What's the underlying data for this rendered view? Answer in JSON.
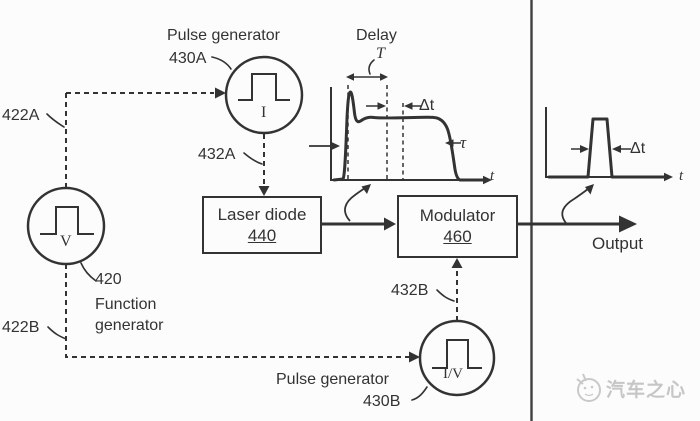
{
  "blocks": {
    "pulse_generator_a": {
      "title": "Pulse generator",
      "ref": "430A",
      "port": "I"
    },
    "function_generator": {
      "title": "Function\ngenerator",
      "ref": "420",
      "port": "V"
    },
    "pulse_generator_b": {
      "title": "Pulse generator",
      "ref": "430B",
      "port": "I/V"
    },
    "laser_diode": {
      "title": "Laser diode",
      "ref": "440"
    },
    "modulator": {
      "title": "Modulator",
      "ref": "460"
    }
  },
  "signals": {
    "input_a": "422A",
    "output_a": "432A",
    "input_b": "422B",
    "output_b": "432B"
  },
  "delay_plot": {
    "title": "Delay",
    "period_label": "T",
    "pulse_width_label": "Δt",
    "fall_time_label": "τ",
    "time_axis_label": "t"
  },
  "output_plot": {
    "pulse_width_label": "Δt",
    "time_axis_label": "t",
    "caption": "Output"
  },
  "watermark": {
    "brand": "汽车之心"
  },
  "colors": {
    "ink": "#333333",
    "divider": "#3f3f3f",
    "watermark": "#c9c9c9",
    "background": "#fcfcfd"
  }
}
